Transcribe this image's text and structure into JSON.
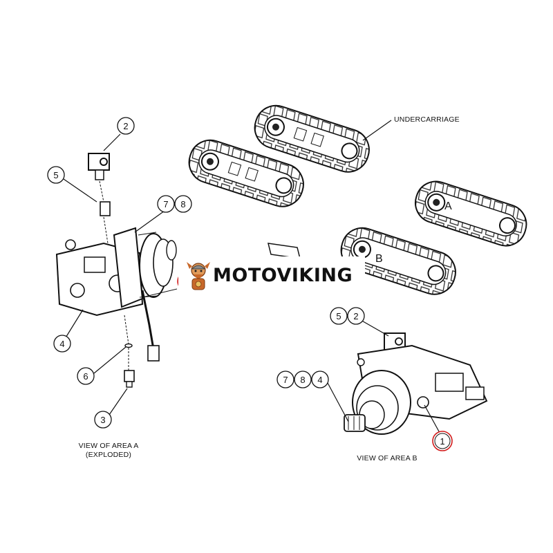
{
  "labels": {
    "undercarriage": "UNDERCARRIAGE",
    "view_a_line1": "VIEW OF AREA A",
    "view_a_line2": "(EXPLODED)",
    "view_b": "VIEW OF AREA B",
    "area_a": "A",
    "area_b": "B"
  },
  "watermark": {
    "text": "MOTOVIKING",
    "logo": "viking-mascot-icon"
  },
  "callouts": [
    {
      "id": "c2-top",
      "num": "2"
    },
    {
      "id": "c5-left",
      "num": "5"
    },
    {
      "id": "c7-a",
      "num": "7"
    },
    {
      "id": "c8-a",
      "num": "8"
    },
    {
      "id": "c4-a",
      "num": "4"
    },
    {
      "id": "c6-a",
      "num": "6"
    },
    {
      "id": "c3-a",
      "num": "3"
    },
    {
      "id": "c5-b",
      "num": "5"
    },
    {
      "id": "c2-b",
      "num": "2"
    },
    {
      "id": "c7-b",
      "num": "7"
    },
    {
      "id": "c8-b",
      "num": "8"
    },
    {
      "id": "c4-b",
      "num": "4"
    },
    {
      "id": "c1-b",
      "num": "1"
    }
  ],
  "colors": {
    "ink": "#111111",
    "highlight": "#d11a1a",
    "mascot": "#c8682a"
  }
}
